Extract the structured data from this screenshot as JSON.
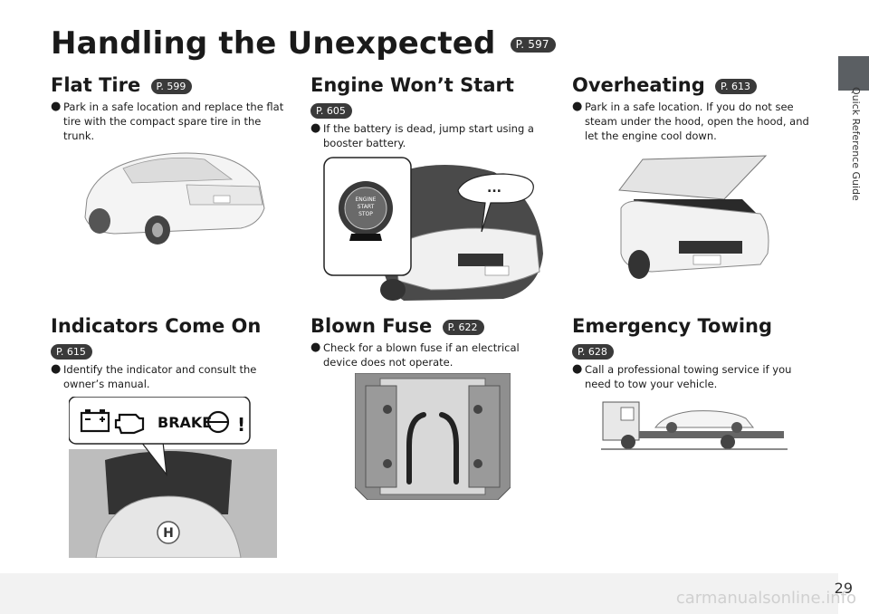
{
  "page": {
    "title": "Handling the Unexpected",
    "title_ref": "P. 597",
    "side_tab_label": "Quick Reference Guide",
    "page_number": "29",
    "watermark": "carmanualsonline.info"
  },
  "sections": {
    "flat_tire": {
      "heading": "Flat Tire",
      "ref": "P. 599",
      "bullet": "Park in a safe location and replace the flat tire with the compact spare tire in the trunk."
    },
    "engine_wont_start": {
      "heading": "Engine Won’t Start",
      "ref": "P. 605",
      "bullet": "If the battery is dead, jump start using a booster battery.",
      "button_lines": [
        "ENGINE",
        "START",
        "STOP"
      ],
      "speech": "..."
    },
    "overheating": {
      "heading": "Overheating",
      "ref": "P. 613",
      "bullet": "Park in a safe location. If you do not see steam under the hood, open the hood, and let the engine cool down."
    },
    "indicators": {
      "heading": "Indicators Come On",
      "ref": "P. 615",
      "bullet": "Identify the indicator and consult the owner’s manual.",
      "brake_label": "BRAKE"
    },
    "blown_fuse": {
      "heading": "Blown Fuse",
      "ref": "P. 622",
      "bullet": "Check for a blown fuse if an electrical device does not operate."
    },
    "towing": {
      "heading": "Emergency Towing",
      "ref": "P. 628",
      "bullet": "Call a professional towing service if you need to tow your vehicle."
    }
  },
  "colors": {
    "ref_badge": "#3a3a3a",
    "side_tab": "#5b5f63",
    "illustration_dark": "#2e2e2e"
  }
}
